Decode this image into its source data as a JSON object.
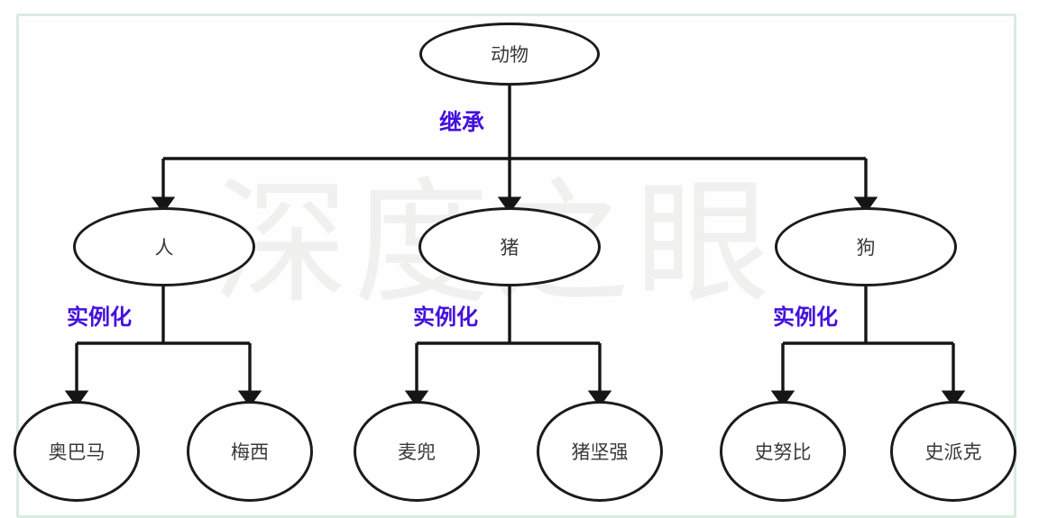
{
  "diagram": {
    "title_watermark": "深度之眼",
    "colors": {
      "node_stroke": "#1b1b1b",
      "node_fill": "#ffffff",
      "node_text": "#3a3a3a",
      "edge_label": "#4410dd",
      "wire": "#151515",
      "frame": "#d8ece0",
      "watermark": "#f0f0ee"
    },
    "root": {
      "label": "动物"
    },
    "edge_labels": {
      "inheritance": "继承",
      "instantiation_left": "实例化",
      "instantiation_middle": "实例化",
      "instantiation_right": "实例化"
    },
    "classes": [
      {
        "label": "人"
      },
      {
        "label": "猪"
      },
      {
        "label": "狗"
      }
    ],
    "instances": [
      {
        "label": "奥巴马"
      },
      {
        "label": "梅西"
      },
      {
        "label": "麦兜"
      },
      {
        "label": "猪坚强"
      },
      {
        "label": "史努比"
      },
      {
        "label": "史派克"
      }
    ],
    "relations": [
      {
        "from": "动物",
        "to": "人",
        "type": "继承"
      },
      {
        "from": "动物",
        "to": "猪",
        "type": "继承"
      },
      {
        "from": "动物",
        "to": "狗",
        "type": "继承"
      },
      {
        "from": "人",
        "to": "奥巴马",
        "type": "实例化"
      },
      {
        "from": "人",
        "to": "梅西",
        "type": "实例化"
      },
      {
        "from": "猪",
        "to": "麦兜",
        "type": "实例化"
      },
      {
        "from": "猪",
        "to": "猪坚强",
        "type": "实例化"
      },
      {
        "from": "狗",
        "to": "史努比",
        "type": "实例化"
      },
      {
        "from": "狗",
        "to": "史派克",
        "type": "实例化"
      }
    ]
  }
}
